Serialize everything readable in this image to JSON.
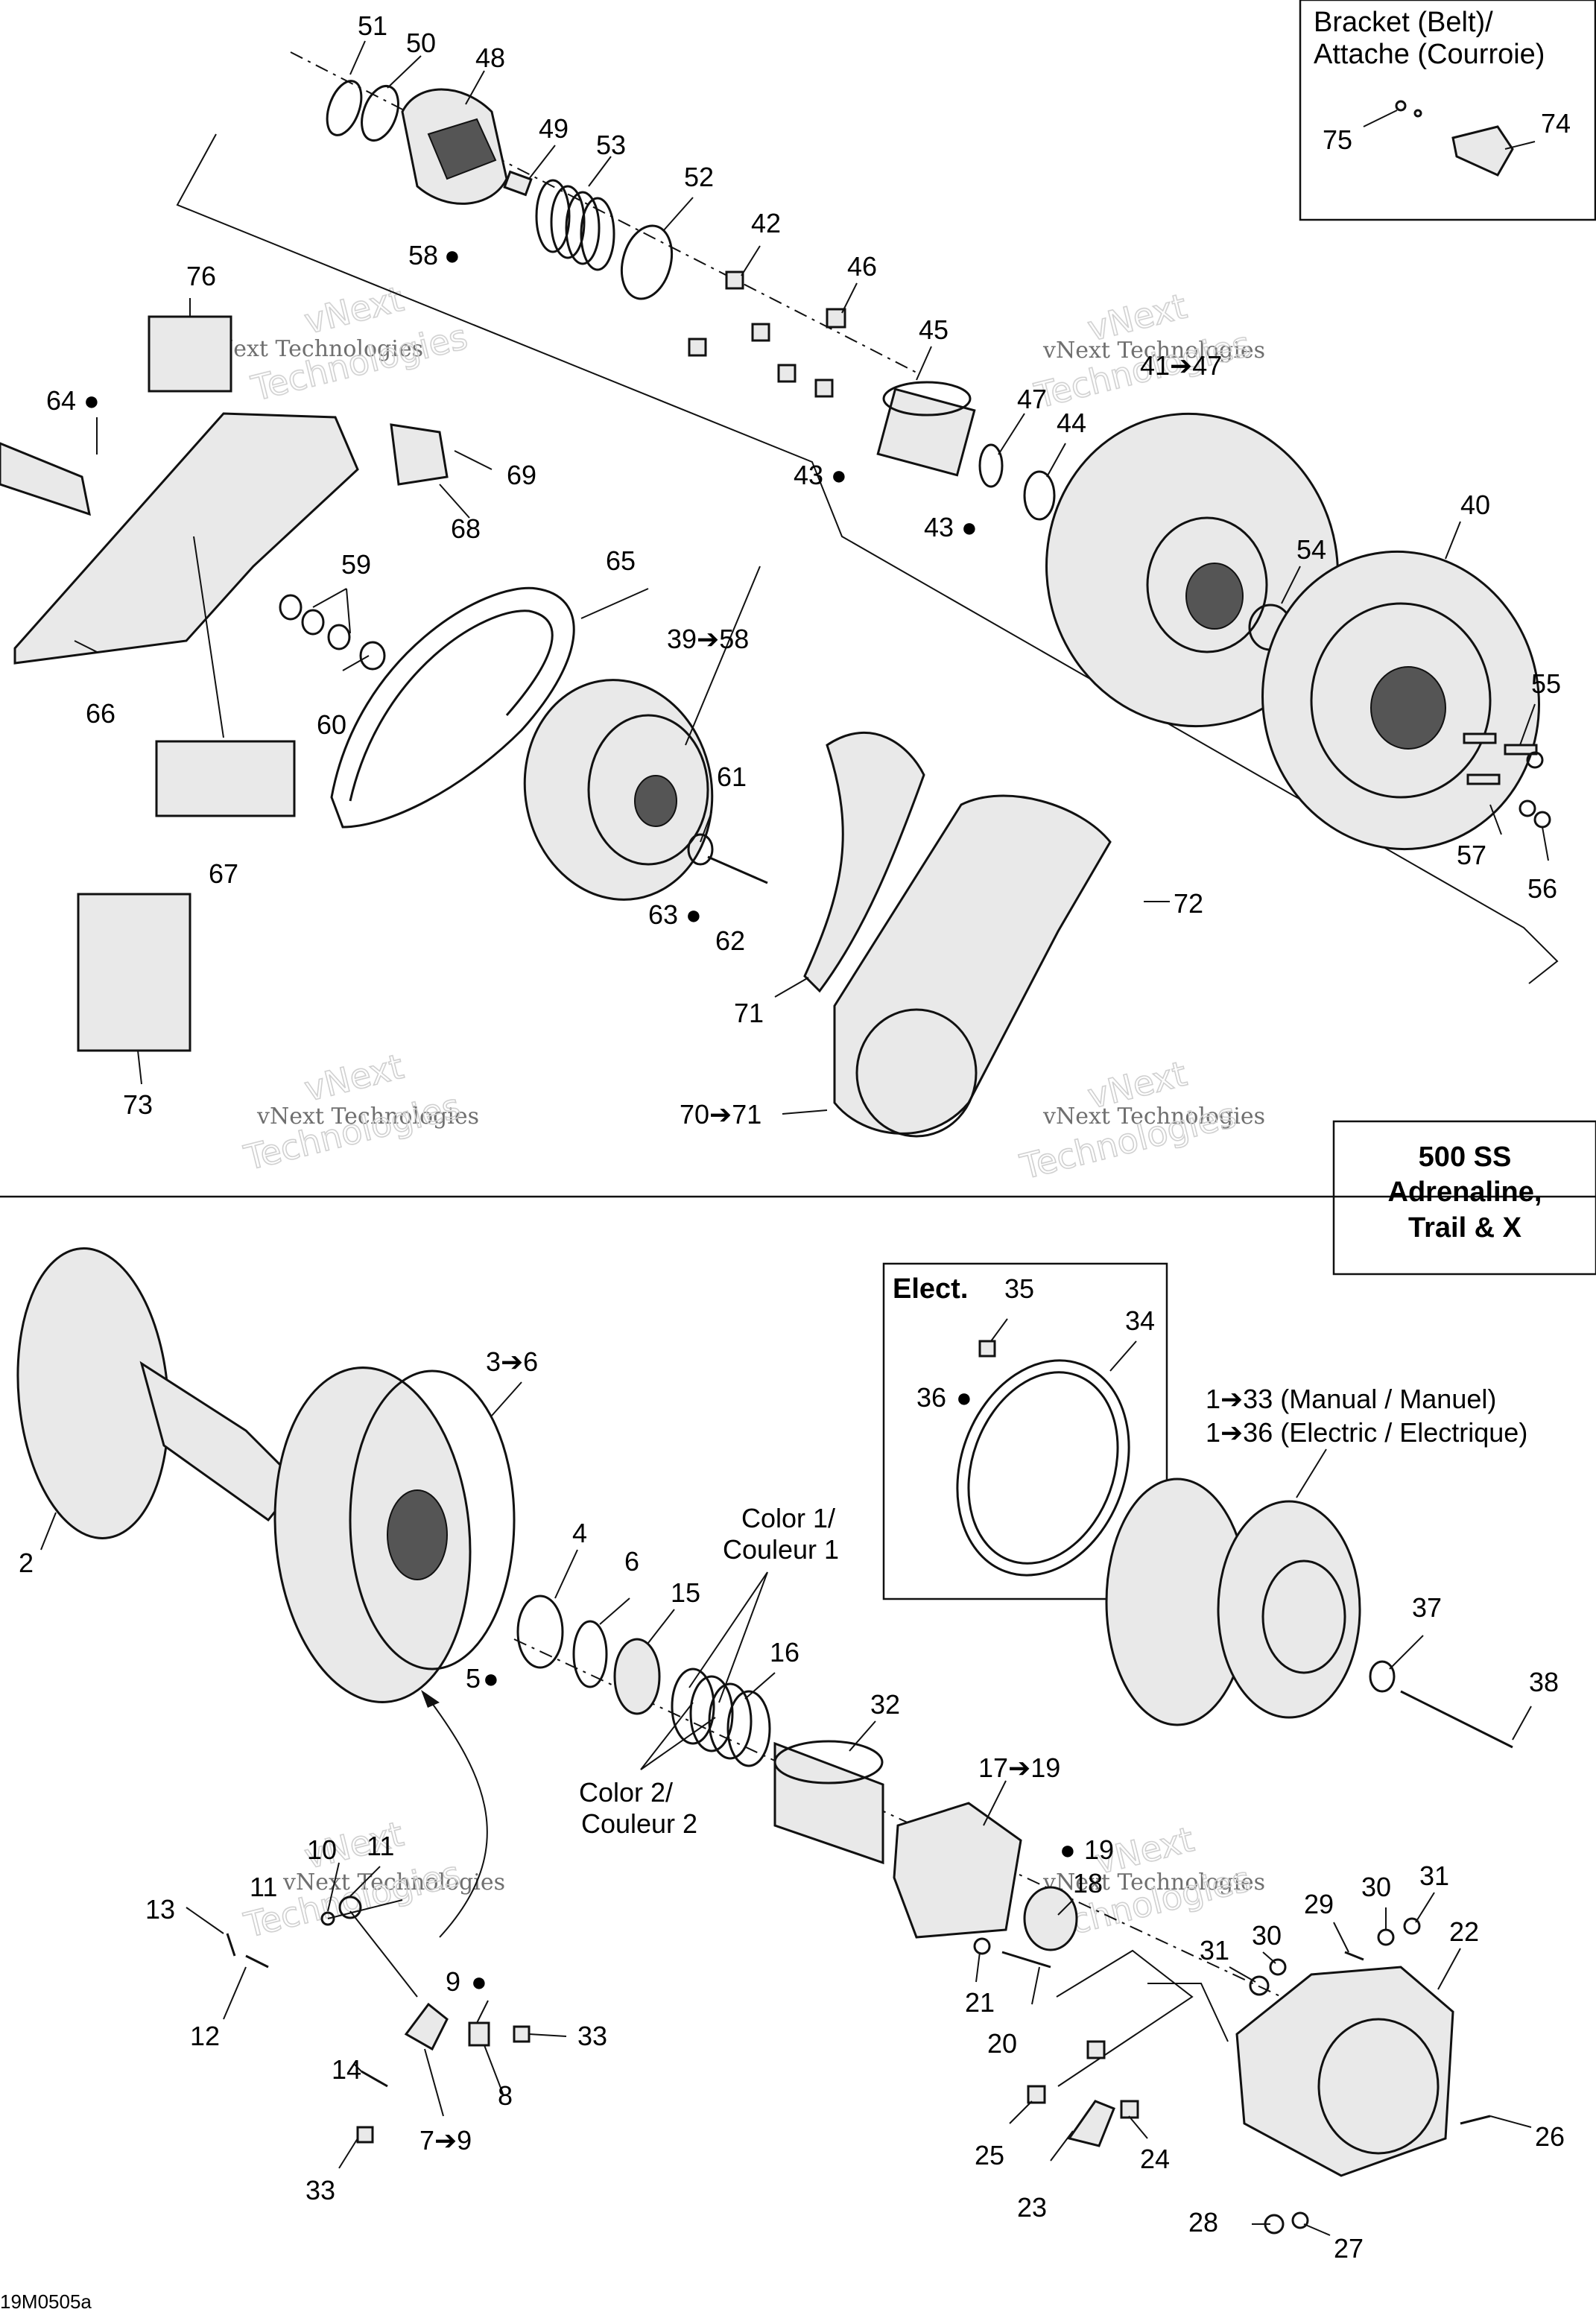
{
  "ref_code": "19M0505a",
  "watermark": {
    "line1": "vNext Technologies",
    "line2a": "vNext",
    "line2b": "Technologies"
  },
  "bracket_box": {
    "title_1": "Bracket (Belt)/",
    "title_2": "Attache (Courroie)",
    "parts": [
      "75",
      "74"
    ]
  },
  "model_box": {
    "line1": "500 SS",
    "line2": "Adrenaline,",
    "line3": "Trail & X"
  },
  "elect_box": {
    "title": "Elect.",
    "parts": [
      "35",
      "34",
      "36"
    ]
  },
  "notes": {
    "manual": "1➔33 (Manual / Manuel)",
    "electric": "1➔36 (Electric / Electrique)",
    "color1a": "Color 1/",
    "color1b": "Couleur 1",
    "color2a": "Color 2/",
    "color2b": "Couleur 2"
  },
  "callouts_top": [
    "51",
    "50",
    "48",
    "49",
    "53",
    "52",
    "42",
    "46",
    "45",
    "41➔47",
    "47",
    "44",
    "43",
    "43",
    "58",
    "76",
    "64",
    "69",
    "68",
    "59",
    "65",
    "60",
    "66",
    "67",
    "73",
    "39➔58",
    "61",
    "63",
    "62",
    "40",
    "54",
    "55",
    "57",
    "56",
    "72",
    "71",
    "70➔71"
  ],
  "callouts_bottom": [
    "2",
    "3➔6",
    "4",
    "6",
    "5",
    "15",
    "16",
    "32",
    "17➔19",
    "19",
    "18",
    "10",
    "11",
    "11",
    "13",
    "12",
    "9",
    "33",
    "14",
    "8",
    "7➔9",
    "33",
    "21",
    "20",
    "29",
    "30",
    "31",
    "30",
    "31",
    "22",
    "25",
    "24",
    "23",
    "26",
    "28",
    "27",
    "37",
    "38"
  ]
}
